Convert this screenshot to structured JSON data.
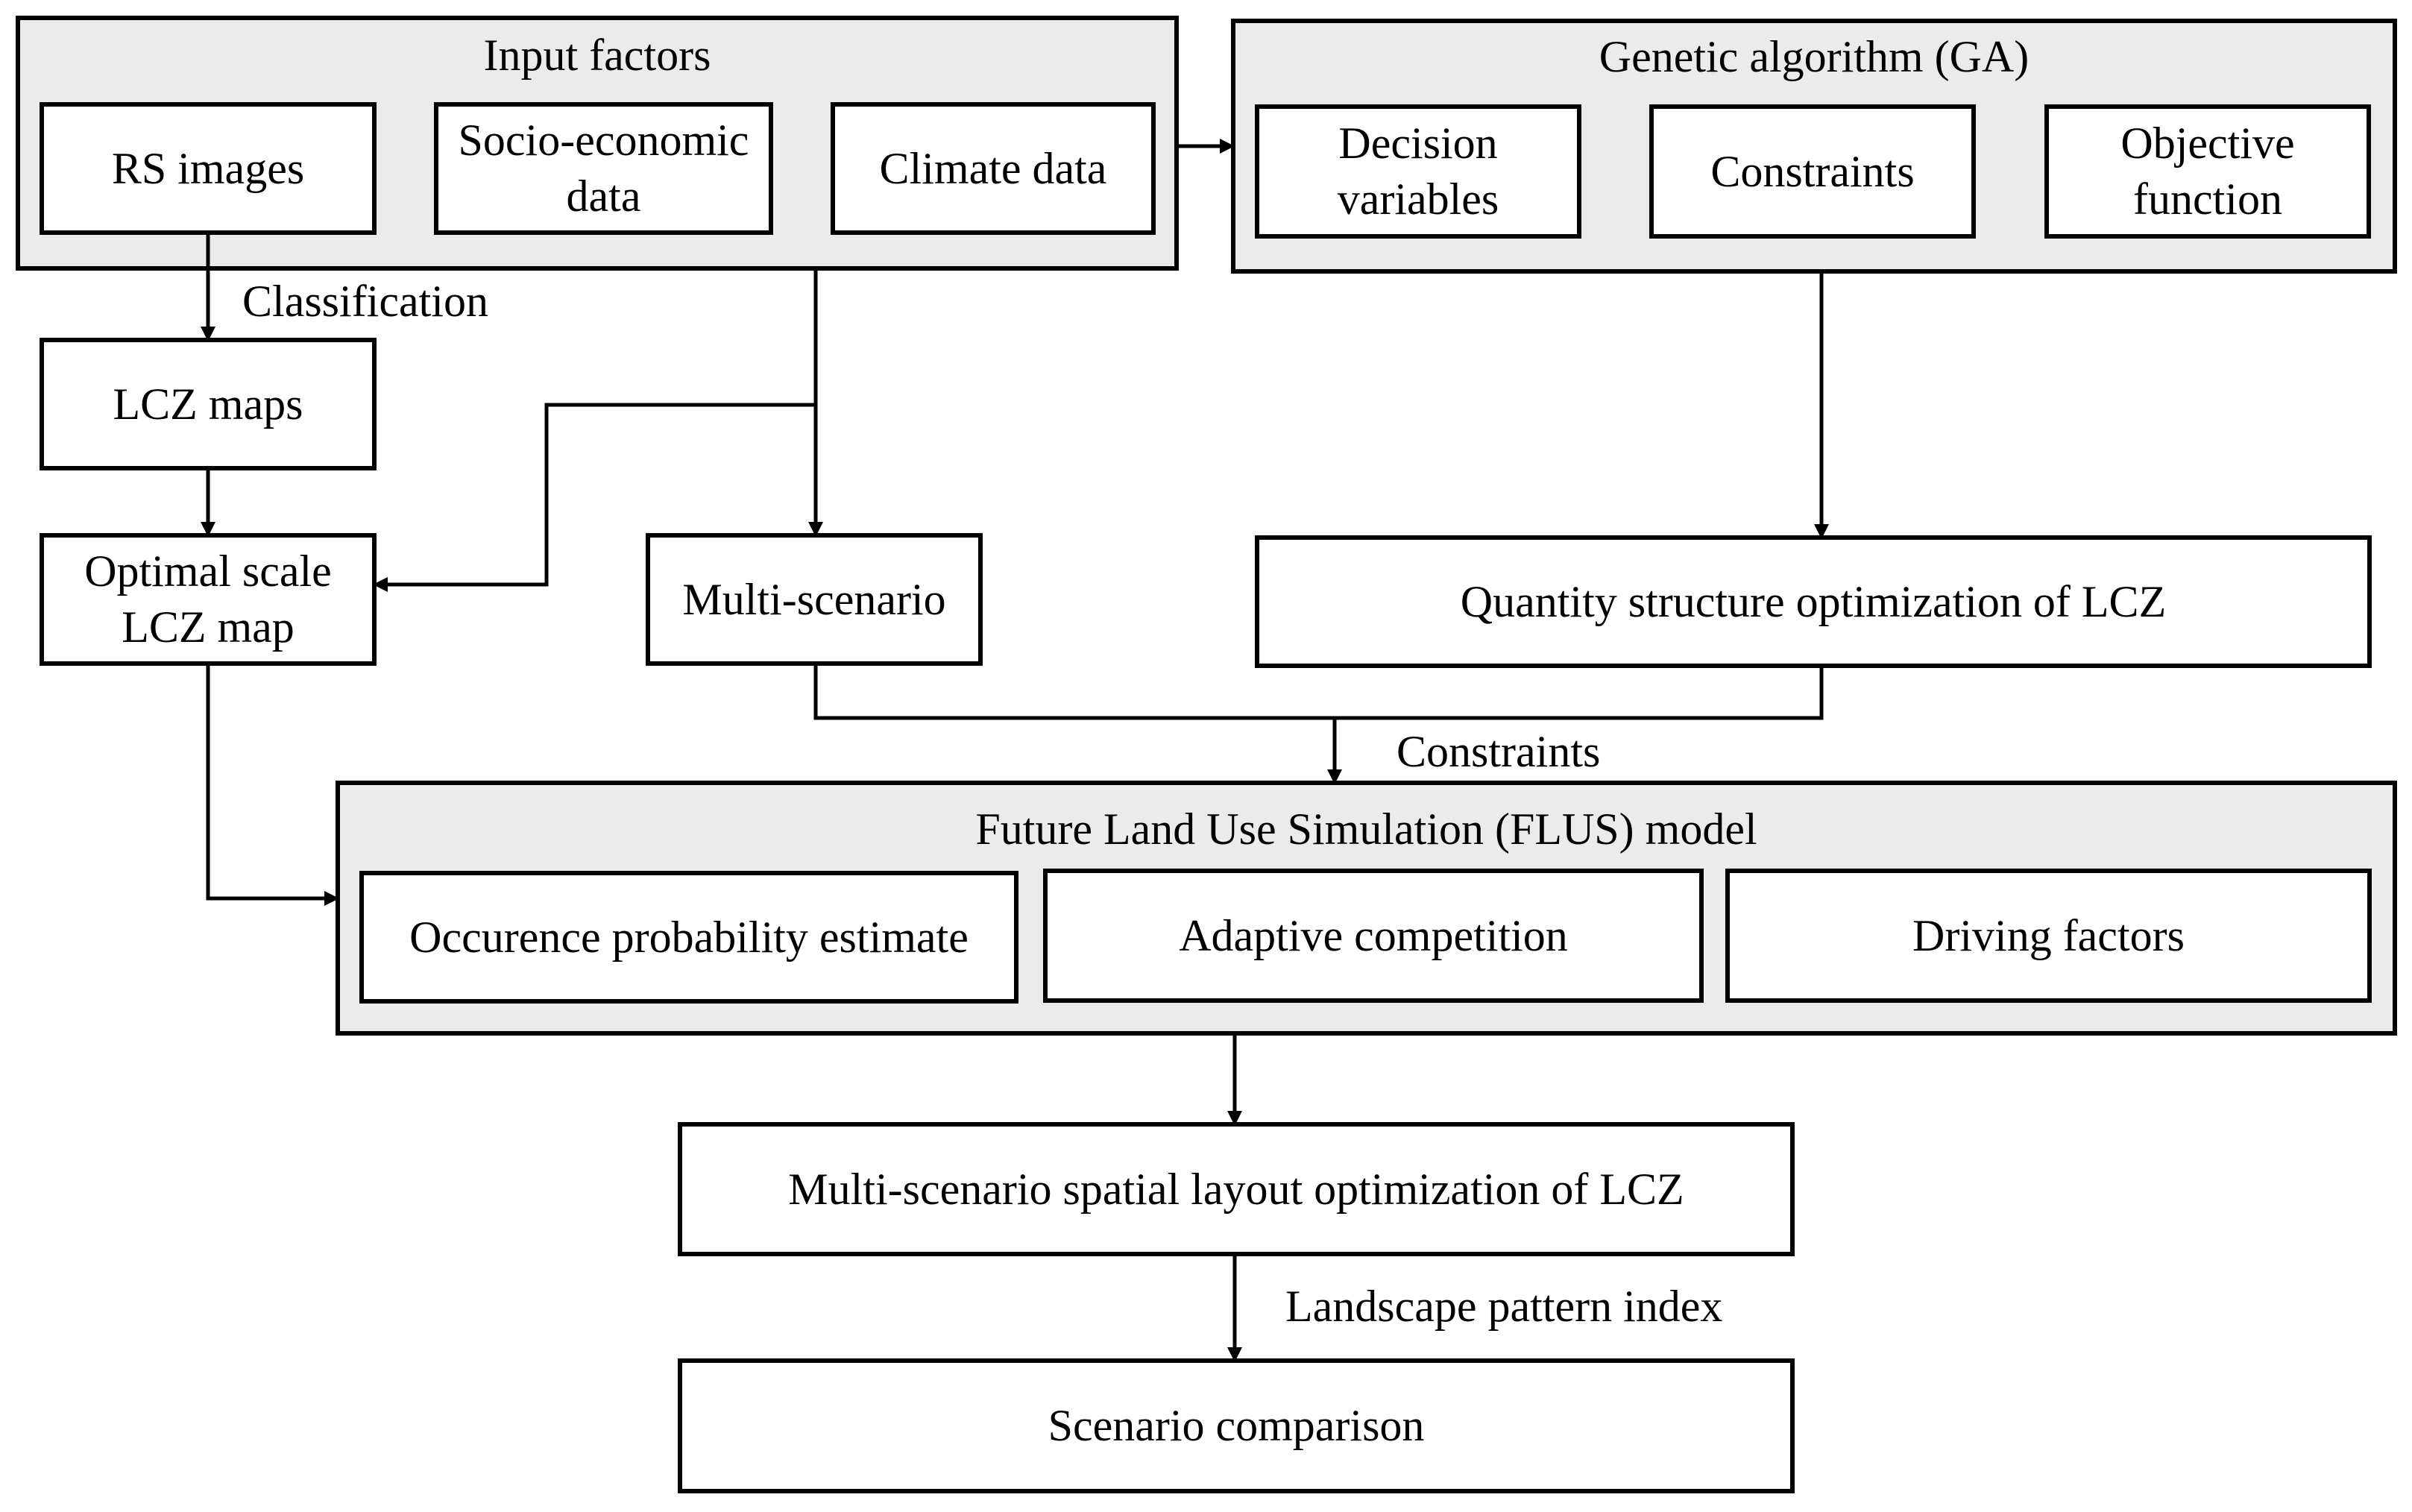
{
  "groups": {
    "input_factors": {
      "title": "Input factors",
      "items": [
        "RS images",
        "Socio-economic\ndata",
        "Climate data"
      ]
    },
    "genetic_algorithm": {
      "title": "Genetic algorithm (GA)",
      "items": [
        "Decision\nvariables",
        "Constraints",
        "Objective\nfunction"
      ]
    },
    "flus_model": {
      "title": "Future Land Use Simulation (FLUS) model",
      "items": [
        "Occurence probability estimate",
        "Adaptive competition",
        "Driving factors"
      ]
    }
  },
  "nodes": {
    "lcz_maps": "LCZ maps",
    "optimal_scale": "Optimal scale\nLCZ map",
    "multi_scenario": "Multi-scenario",
    "quantity_structure": "Quantity structure optimization of LCZ",
    "spatial_layout": "Multi-scenario spatial layout optimization of LCZ",
    "scenario_comparison": "Scenario comparison"
  },
  "edge_labels": {
    "classification": "Classification",
    "constraints": "Constraints",
    "landscape_pattern_index": "Landscape pattern index"
  }
}
